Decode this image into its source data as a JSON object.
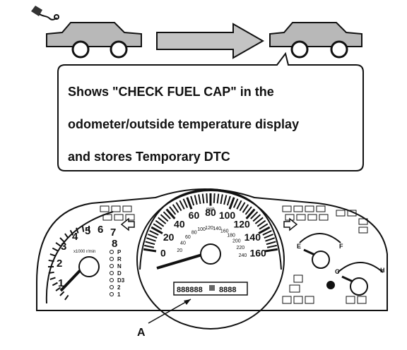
{
  "callout": {
    "line1": "Shows \"CHECK FUEL CAP\" in the",
    "line2": "odometer/outside temperature display",
    "line3": "and stores Temporary DTC"
  },
  "speedometer": {
    "mph_labels": [
      "0",
      "20",
      "40",
      "60",
      "80",
      "100",
      "120",
      "140",
      "160"
    ],
    "mph_unit": "mph",
    "kmh_labels": [
      "20",
      "40",
      "60",
      "80",
      "100",
      "120",
      "140",
      "160",
      "180",
      "200",
      "220",
      "240"
    ]
  },
  "tachometer": {
    "labels": [
      "1",
      "2",
      "3",
      "4",
      "5",
      "6",
      "7",
      "8"
    ],
    "unit": "x1000 r/min"
  },
  "fuel_gauge": {
    "empty": "E",
    "full": "F"
  },
  "temp_gauge": {
    "cold": "C",
    "hot": "H"
  },
  "gear_indicator": [
    "P",
    "R",
    "N",
    "D",
    "D3",
    "2",
    "1"
  ],
  "odometer_display": {
    "digits": "888888",
    "trip": "8888"
  },
  "pointer_label": "A",
  "colors": {
    "panel_fill": "#aaaaaa",
    "ink": "#111111",
    "car_fill": "#b8b8b8"
  }
}
